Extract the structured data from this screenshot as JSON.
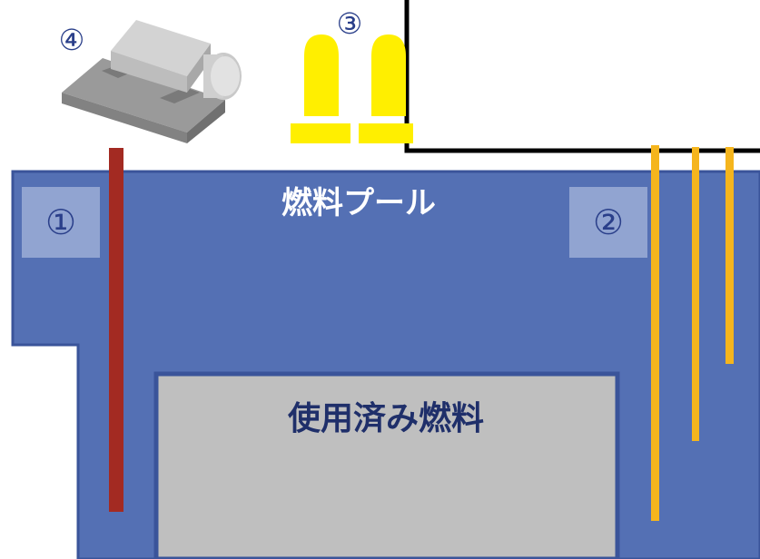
{
  "labels": {
    "pool": "燃料プール",
    "spent_fuel": "使用済み燃料"
  },
  "markers": {
    "m1": "①",
    "m2": "②",
    "m3": "③",
    "m4": "④"
  },
  "colors": {
    "pool_blue": "#5470b4",
    "pool_edge": "#3a549a",
    "marker_box": "#9cadd6",
    "fuel_gray": "#bfbfbf",
    "red_rod": "#a32a22",
    "orange_rod": "#f5b51d",
    "yellow": "#ffef00",
    "text_dark": "#1f2f6a",
    "text_white": "#ffffff"
  },
  "icons": {
    "device4": "pump-machine-icon",
    "device3": "yellow-capsule-icon"
  }
}
